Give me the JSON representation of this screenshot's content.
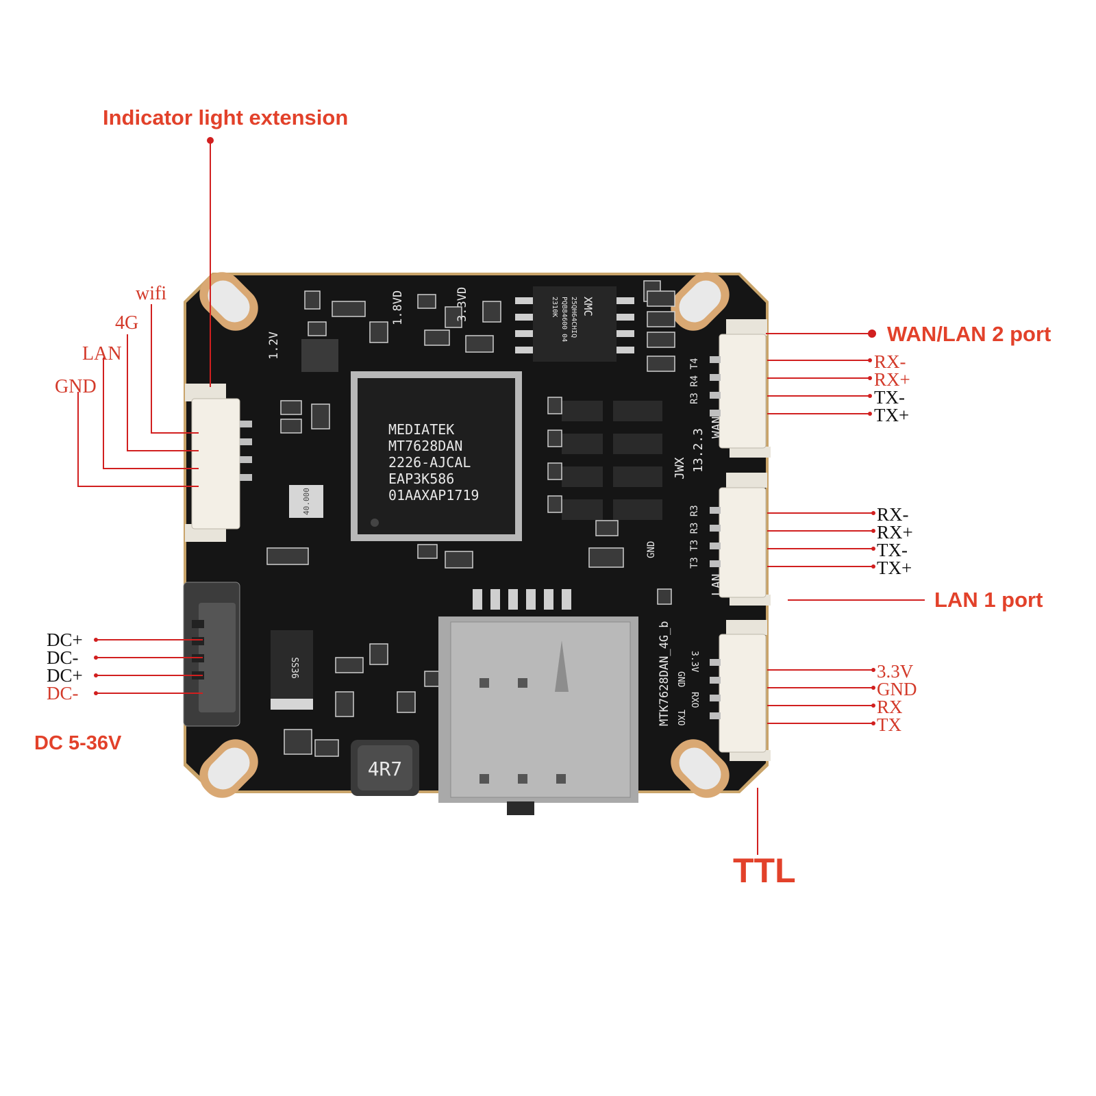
{
  "callouts": {
    "indicator_light_extension": "Indicator light extension",
    "wan_lan2_port": "WAN/LAN 2 port",
    "lan1_port": "LAN 1 port",
    "ttl": "TTL",
    "dc_range": "DC 5-36V"
  },
  "indicator_pins": [
    "wifi",
    "4G",
    "LAN",
    "GND"
  ],
  "wan_pins": [
    "RX-",
    "RX+",
    "TX-",
    "TX+"
  ],
  "lan1_pins": [
    "RX-",
    "RX+",
    "TX-",
    "TX+"
  ],
  "ttl_pins": [
    "3.3V",
    "GND",
    "RX",
    "TX"
  ],
  "dc_pins": [
    "DC+",
    "DC-",
    "DC+",
    "DC-"
  ],
  "board": {
    "chip_lines": [
      "MEDIATEK",
      "MT7628DAN",
      "2226-AJCAL",
      "EAP3K586",
      "01AAXAP1719"
    ],
    "flash_lines": [
      "XMC",
      "25QH64CHIQ",
      "PQB84600 04",
      "2310K"
    ],
    "inductor": "4R7",
    "diode": "SS36",
    "crystal": "40.000",
    "board_name": "MTK7628DAN_4G_b",
    "silk_12v": "1.2V",
    "silk_18v": "1.8VD",
    "silk_33v": "3.3VD",
    "silk_jwx": "JWX",
    "silk_date": "13.2.3",
    "silk_wan": "WAN",
    "silk_lan": "LAN",
    "silk_gnd": "GND",
    "silk_wan_res": "R3 R4 T4",
    "silk_lan_res": "T3 T3 R3 R3",
    "ttl_silk": [
      "3.3V",
      "GND",
      "RXO",
      "TXO"
    ]
  },
  "colors": {
    "accent": "#e2412a",
    "leader": "#d11f1f",
    "pcb": "#151515",
    "connector": "#f3efe6",
    "pad": "#d9a873"
  }
}
